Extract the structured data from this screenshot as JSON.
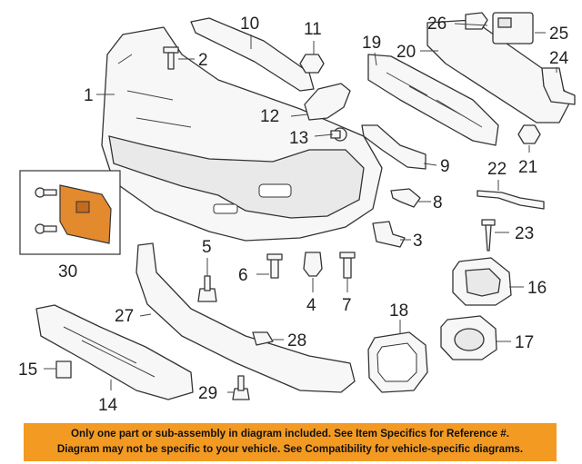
{
  "diagram": {
    "callouts": {
      "c1": "1",
      "c2": "2",
      "c3": "3",
      "c4": "4",
      "c5": "5",
      "c6": "6",
      "c7": "7",
      "c8": "8",
      "c9": "9",
      "c10": "10",
      "c11": "11",
      "c12": "12",
      "c13": "13",
      "c14": "14",
      "c15": "15",
      "c16": "16",
      "c17": "17",
      "c18": "18",
      "c19": "19",
      "c20": "20",
      "c21": "21",
      "c22": "22",
      "c23": "23",
      "c24": "24",
      "c25": "25",
      "c26": "26",
      "c27": "27",
      "c28": "28",
      "c29": "29",
      "c30": "30"
    },
    "inset_color": "#e38a2f"
  },
  "disclaimer": {
    "line1": "Only one part or sub-assembly in diagram included. See Item Specifics for Reference #.",
    "line2": "Diagram may not be specific to your vehicle. See Compatibility for vehicle-specific diagrams.",
    "background": "#f39a23"
  }
}
